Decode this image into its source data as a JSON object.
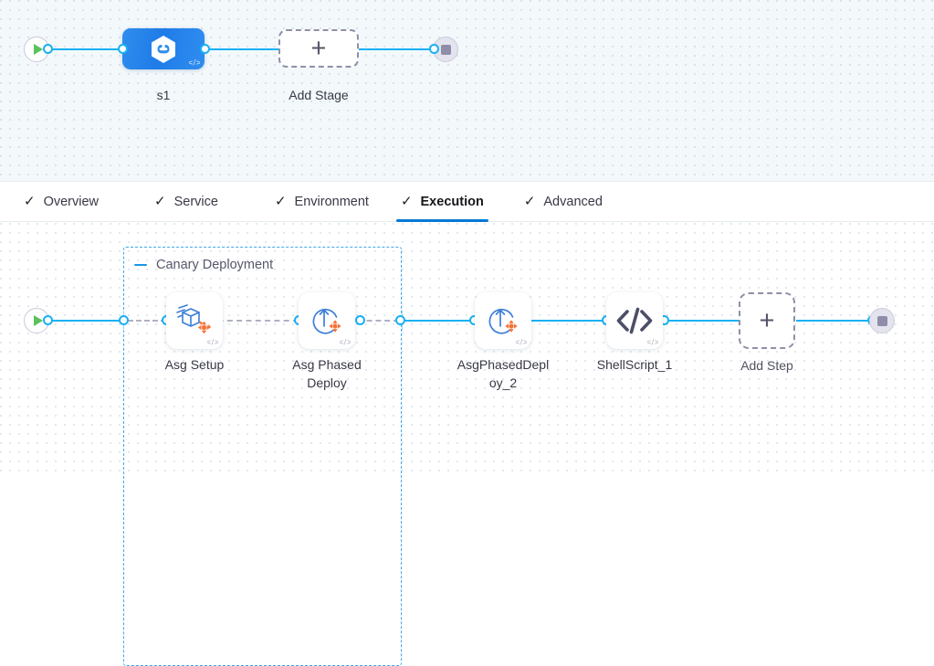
{
  "pipeline_canvas": {
    "start_node": {
      "name": "start-node",
      "icon": "play-icon"
    },
    "stage": {
      "label": "s1",
      "icon": "stage-hexagon-link-icon",
      "code_badge": "</>"
    },
    "add_stage": {
      "label": "Add Stage",
      "icon": "plus-icon"
    },
    "stop_node": {
      "name": "stop-node",
      "icon": "stop-square-icon"
    }
  },
  "tabs": [
    {
      "label": "Overview",
      "check": "✓",
      "active": false
    },
    {
      "label": "Service",
      "check": "✓",
      "active": false
    },
    {
      "label": "Environment",
      "check": "✓",
      "active": false
    },
    {
      "label": "Execution",
      "check": "✓",
      "active": true
    },
    {
      "label": "Advanced",
      "check": "✓",
      "active": false
    }
  ],
  "execution_canvas": {
    "start_node": {
      "icon": "play-icon"
    },
    "group": {
      "title": "Canary Deployment",
      "collapse_icon": "minus-icon"
    },
    "steps": [
      {
        "label": "Asg Setup",
        "icon": "asg-setup-box-icon",
        "code_badge": "</>"
      },
      {
        "label": "Asg Phased\nDeploy",
        "icon": "asg-phased-deploy-icon",
        "code_badge": "</>"
      },
      {
        "label": "AsgPhasedDepl\noy_2",
        "icon": "asg-phased-deploy-icon",
        "code_badge": "</>"
      },
      {
        "label": "ShellScript_1",
        "icon": "shell-script-code-icon",
        "code_badge": "</>"
      }
    ],
    "add_step": {
      "label": "Add Step",
      "icon": "plus-icon"
    },
    "stop_node": {
      "icon": "stop-square-icon"
    }
  },
  "colors": {
    "accent_blue": "#0278d5",
    "connector_blue": "#19b1f3",
    "group_border": "#3ba7ec",
    "stage_blue": "#1f7ce8",
    "play_green": "#5cc15c",
    "orange": "#f37338",
    "icon_blue": "#3c7fd8",
    "dark_slate": "#4c4f68"
  }
}
